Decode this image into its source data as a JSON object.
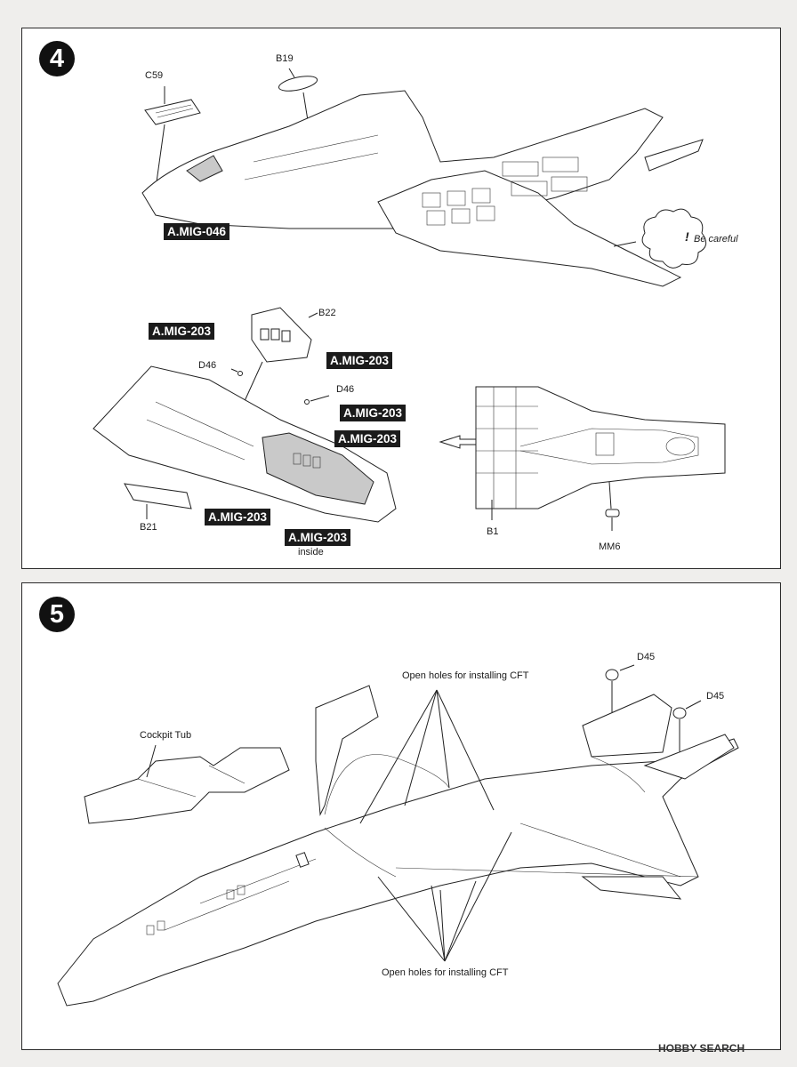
{
  "step4": {
    "number": "4",
    "parts": {
      "c59": "C59",
      "b19": "B19",
      "b22": "B22",
      "d46_left": "D46",
      "d46_right": "D46",
      "b21": "B21",
      "b1": "B1",
      "mm6": "MM6"
    },
    "paints": {
      "mig046": "A.MIG-046",
      "mig203_a": "A.MIG-203",
      "mig203_b": "A.MIG-203",
      "mig203_c": "A.MIG-203",
      "mig203_d": "A.MIG-203",
      "mig203_e": "A.MIG-203",
      "mig203_f": "A.MIG-203"
    },
    "inside_label": "inside",
    "caution_mark": "!",
    "caution_text": "Be careful"
  },
  "step5": {
    "number": "5",
    "open_holes_top": "Open holes for installing CFT",
    "open_holes_bottom": "Open holes for installing CFT",
    "cockpit_tub": "Cockpit Tub",
    "d45_a": "D45",
    "d45_b": "D45"
  },
  "watermark": "HOBBY SEARCH",
  "colors": {
    "paint_badge": "#1b1b1b",
    "panel_border": "#2a2a2a",
    "background": "#efeeec"
  }
}
